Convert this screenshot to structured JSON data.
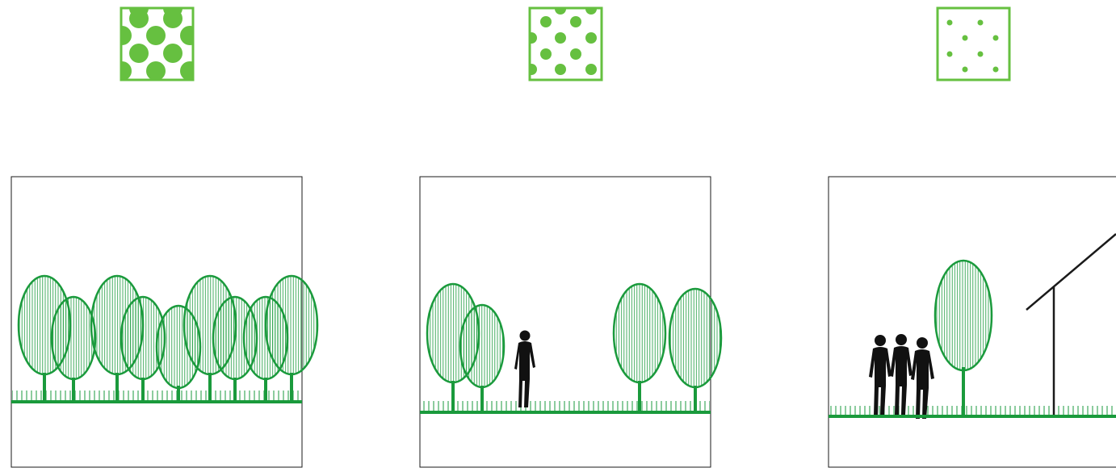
{
  "colors": {
    "light_green": "#66c040",
    "dark_green": "#1a9a3c",
    "frame": "#1a1a1a",
    "figure": "#111111",
    "background": "#ffffff"
  },
  "density_swatches": [
    {
      "name": "high-density-swatch",
      "level": "high"
    },
    {
      "name": "medium-density-swatch",
      "level": "medium"
    },
    {
      "name": "low-density-swatch",
      "level": "low"
    }
  ],
  "scenes": [
    {
      "name": "dense-tree-scene",
      "tree_count": 9,
      "people_count": 0,
      "has_roof": false
    },
    {
      "name": "sparse-tree-scene",
      "tree_count": 4,
      "people_count": 1,
      "has_roof": false
    },
    {
      "name": "single-tree-scene",
      "tree_count": 1,
      "people_count": 3,
      "has_roof": true
    }
  ]
}
